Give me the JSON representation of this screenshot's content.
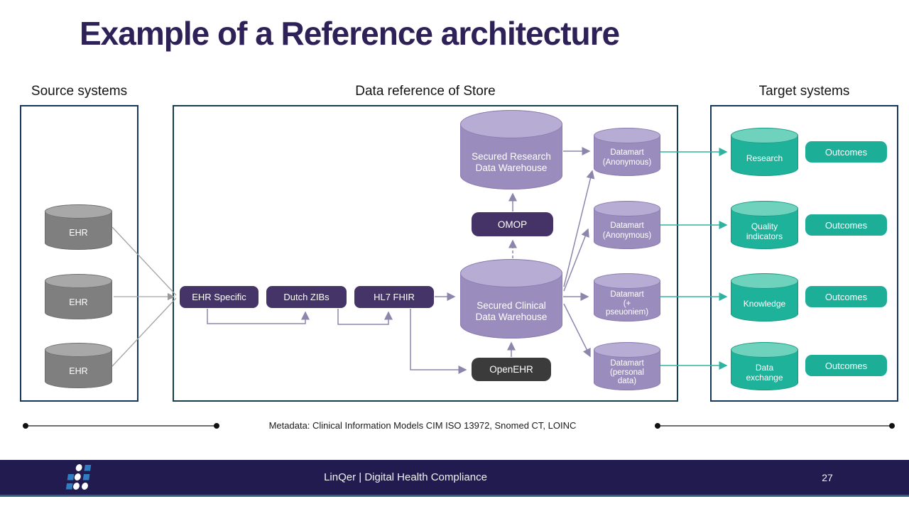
{
  "slide": {
    "title": "Example of a Reference architecture",
    "metadata_note": "Metadata: Clinical Information Models CIM ISO 13972, Snomed CT, LOINC",
    "footer_text": "LinQer | Digital Health Compliance",
    "page_number": "27"
  },
  "sections": {
    "source": {
      "label": "Source systems"
    },
    "store": {
      "label": "Data reference of Store"
    },
    "target": {
      "label": "Target systems"
    }
  },
  "diagram": {
    "source_systems": [
      {
        "label": "EHR"
      },
      {
        "label": "EHR"
      },
      {
        "label": "EHR"
      }
    ],
    "process_boxes": [
      {
        "label": "EHR Specific"
      },
      {
        "label": "Dutch ZIBs"
      },
      {
        "label": "HL7 FHIR"
      }
    ],
    "warehouses": [
      {
        "label": "Secured Research\nData Warehouse"
      },
      {
        "label": "Secured Clinical\nData Warehouse"
      }
    ],
    "standards": {
      "omop": "OMOP",
      "openehr": "OpenEHR"
    },
    "datamarts": [
      {
        "label": "Datamart\n(Anonymous)"
      },
      {
        "label": "Datamart\n(Anonymous)"
      },
      {
        "label": "Datamart\n(+\npseuoniem)"
      },
      {
        "label": "Datamart\n(personal\ndata)"
      }
    ],
    "targets": [
      {
        "label": "Research"
      },
      {
        "label": "Quality\nindicators"
      },
      {
        "label": "Knowledge"
      },
      {
        "label": "Data\nexchange"
      }
    ],
    "outcomes_label": "Outcomes"
  },
  "colors": {
    "title_text": "#2e2157",
    "purple_cylinder": "#9a8cbd",
    "purple_cylinder_top": "#b7acd4",
    "dark_purple_box": "#453468",
    "dark_gray_box": "#3b3b3b",
    "gray_cylinder": "#7f7f7f",
    "teal_cylinder": "#1fb29a",
    "teal_accent": "#2fb3a0",
    "purple_connector": "#8e85ad",
    "footer_bar": "#221b50",
    "footer_border": "#2d6183",
    "logo_blue": "#2e7ec2"
  }
}
